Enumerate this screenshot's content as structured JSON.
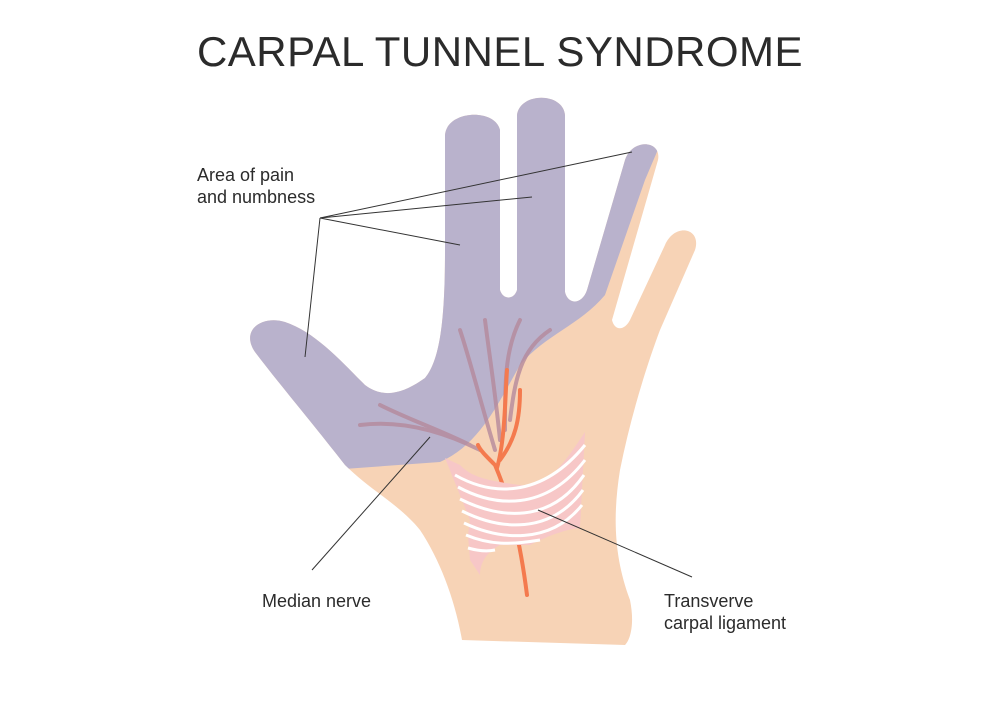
{
  "title": "CARPAL TUNNEL SYNDROME",
  "labels": {
    "pain_line1": "Area of pain",
    "pain_line2": "and numbness",
    "median": "Median nerve",
    "ligament_line1": "Transverve",
    "ligament_line2": "carpal ligament"
  },
  "colors": {
    "skin": "#f7d3b6",
    "numb": "#b9b2cc",
    "nerve": "#f47a4e",
    "ligament": "#f7c7c7"
  }
}
